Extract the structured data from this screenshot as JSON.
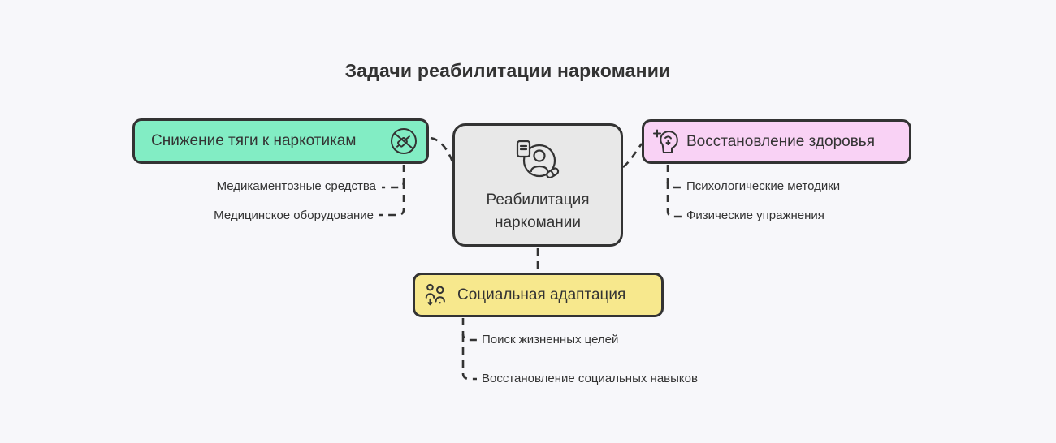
{
  "title": "Задачи реабилитации наркомании",
  "colors": {
    "background": "#f7f7fa",
    "stroke": "#333333",
    "center_fill": "#e8e8e8",
    "left_fill": "#82edc4",
    "right_fill": "#f9d2f5",
    "bottom_fill": "#f7e88d"
  },
  "center_node": {
    "label": "Реабилитация наркомании",
    "icon": "person-pill-icon"
  },
  "branches": [
    {
      "id": "craving-reduction",
      "label": "Снижение тяги к наркотикам",
      "icon": "no-drugs-icon",
      "children": [
        {
          "label": "Медикаментозные средства"
        },
        {
          "label": "Медицинское оборудование"
        }
      ]
    },
    {
      "id": "health-recovery",
      "label": "Восстановление здоровья",
      "icon": "mental-health-icon",
      "children": [
        {
          "label": "Психологические методики"
        },
        {
          "label": "Физические упражнения"
        }
      ]
    },
    {
      "id": "social-adaptation",
      "label": "Социальная адаптация",
      "icon": "people-icon",
      "children": [
        {
          "label": "Поиск жизненных целей"
        },
        {
          "label": "Восстановление социальных навыков"
        }
      ]
    }
  ]
}
